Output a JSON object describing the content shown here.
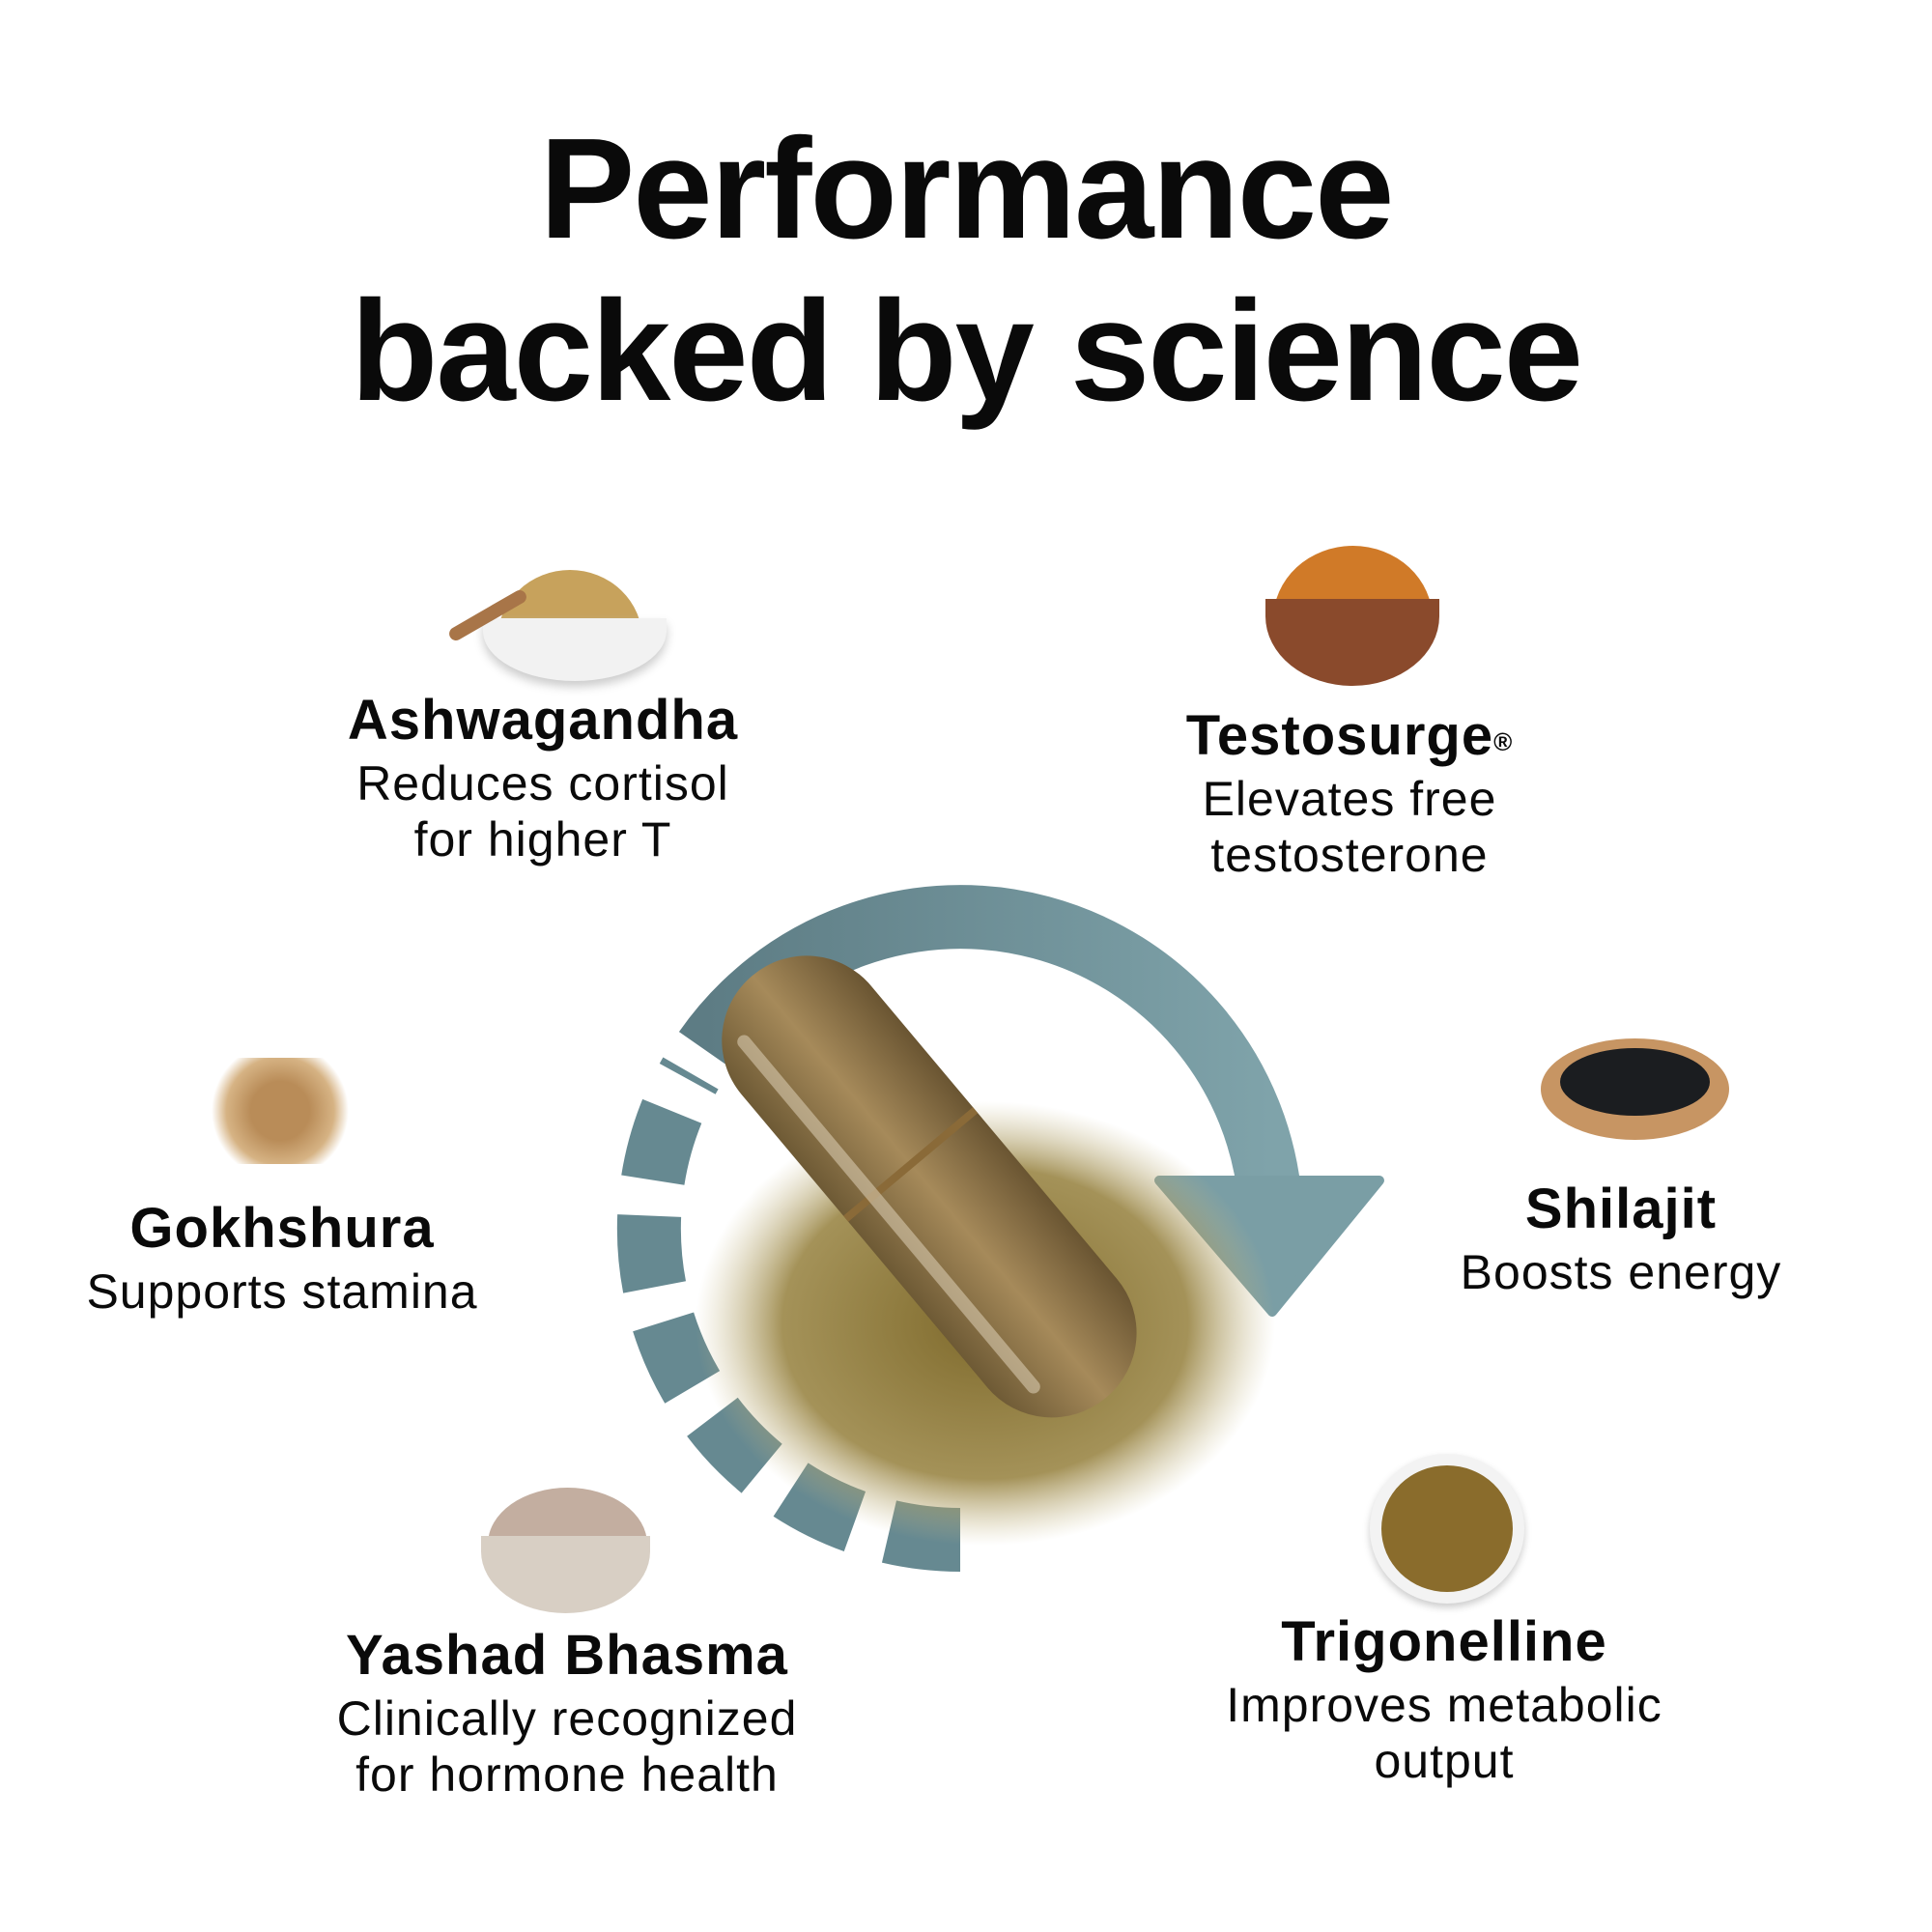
{
  "title": {
    "line1": "Performance",
    "line2": "backed by science"
  },
  "ingredients": [
    {
      "name": "Ashwagandha",
      "desc1": "Reduces cortisol",
      "desc2": "for higher T"
    },
    {
      "name": "Testosurge",
      "mark": "®",
      "desc1": "Elevates free",
      "desc2": "testosterone"
    },
    {
      "name": "Gokhshura",
      "desc1": "Supports stamina"
    },
    {
      "name": "Shilajit",
      "desc1": "Boosts energy"
    },
    {
      "name": "Yashad Bhasma",
      "desc1": "Clinically recognized",
      "desc2": "for hormone health"
    },
    {
      "name": "Trigonelline",
      "desc1": "Improves metabolic",
      "desc2": "output"
    }
  ],
  "colors": {
    "arrow_start": "#5d7c84",
    "arrow_end": "#7fa3aa",
    "powder": "#8f7a3a",
    "text": "#0a0a0a"
  }
}
